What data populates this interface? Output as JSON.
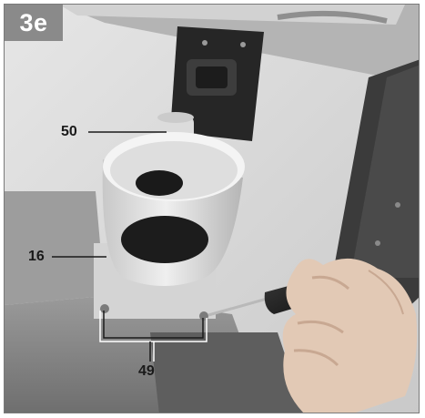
{
  "figure": {
    "step": "3e",
    "callouts": [
      {
        "label": "50"
      },
      {
        "label": "16"
      },
      {
        "label": "49"
      }
    ]
  }
}
